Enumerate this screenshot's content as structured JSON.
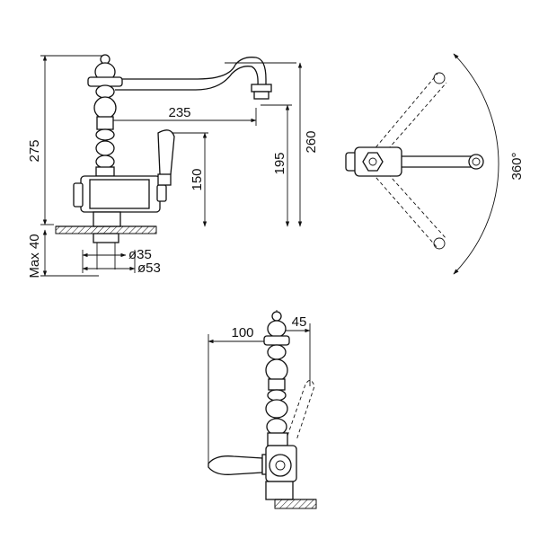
{
  "side_view": {
    "dim_height_total": "275",
    "dim_spout_reach": "235",
    "dim_spout_height": "260",
    "dim_outlet_height": "195",
    "dim_handle_height": "150",
    "dim_max_deck": "Max 40",
    "dim_hole_dia": "ø35",
    "dim_base_dia": "ø53"
  },
  "top_view": {
    "dim_rotation": "360°"
  },
  "front_view": {
    "dim_handle_reach": "100",
    "dim_offset": "45"
  }
}
